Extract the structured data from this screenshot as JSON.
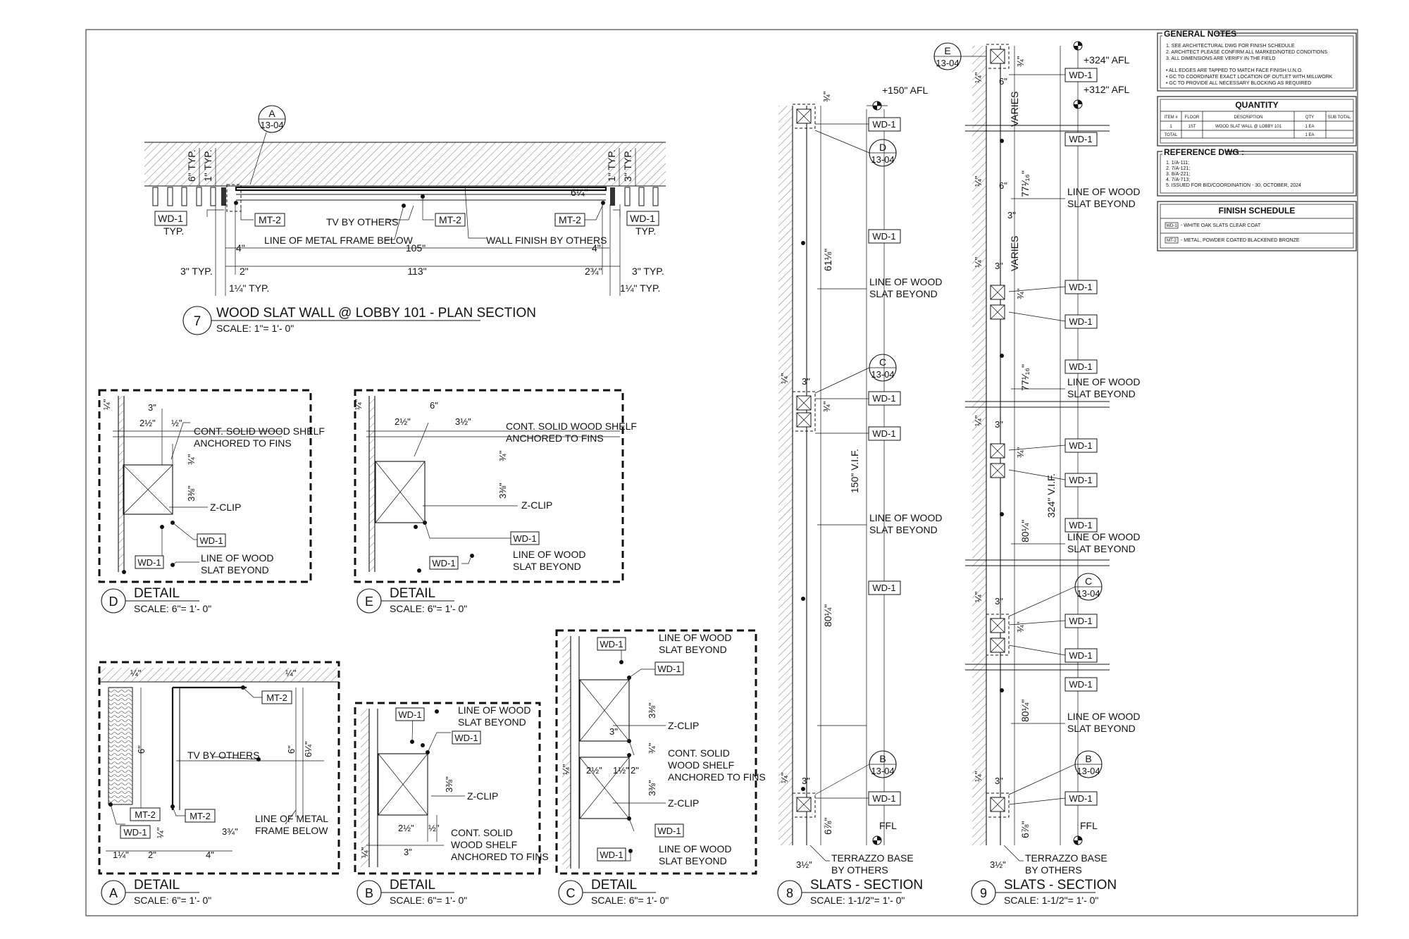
{
  "plan": {
    "title": "WOOD SLAT WALL @ LOBBY 101 - PLAN SECTION",
    "scale": "SCALE: 1\"= 1'- 0\"",
    "number": "7",
    "callout_letter": "A",
    "callout_sheet": "13-04",
    "labels": {
      "wd1": "WD-1",
      "typ": "TYP.",
      "mt2": "MT-2",
      "tv": "TV BY OTHERS",
      "metal_frame": "LINE OF METAL FRAME BELOW",
      "wall_finish": "WALL FINISH BY OTHERS",
      "dim_6typ": "6\" TYP.",
      "dim_1typ": "1\" TYP.",
      "dim_3typ_v": "3\" TYP.",
      "dim_4": "4\"",
      "dim_105": "105\"",
      "dim_2": "2\"",
      "dim_113": "113\"",
      "dim_3typ": "3\" TYP.",
      "dim_1q_typ": "1¼\" TYP.",
      "dim_234": "2¾\"",
      "dim_614": "6¼\""
    }
  },
  "details": {
    "D": {
      "letter": "D",
      "title": "DETAIL",
      "scale": "SCALE: 6\"= 1'- 0\""
    },
    "E": {
      "letter": "E",
      "title": "DETAIL",
      "scale": "SCALE: 6\"= 1'- 0\""
    },
    "A": {
      "letter": "A",
      "title": "DETAIL",
      "scale": "SCALE: 6\"= 1'- 0\""
    },
    "B": {
      "letter": "B",
      "title": "DETAIL",
      "scale": "SCALE: 6\"= 1'- 0\""
    },
    "C": {
      "letter": "C",
      "title": "DETAIL",
      "scale": "SCALE: 6\"= 1'- 0\""
    }
  },
  "labels": {
    "shelf": "CONT. SOLID WOOD SHELF",
    "anchored": "ANCHORED TO FINS",
    "zclip": "Z-CLIP",
    "wd1": "WD-1",
    "mt2": "MT-2",
    "line_wood": "LINE OF WOOD",
    "slat_beyond": "SLAT BEYOND",
    "tv": "TV BY OTHERS",
    "line_metal": "LINE OF METAL",
    "frame_below": "FRAME BELOW",
    "cont_solid": "CONT. SOLID",
    "wood_shelf": "WOOD SHELF",
    "dim_3": "3\"",
    "dim_6": "6\"",
    "dim_4": "4\"",
    "dim_2": "2\"",
    "dim_212": "2½\"",
    "dim_312": "3½\"",
    "dim_12": "½\"",
    "dim_34": "¾\"",
    "dim_14": "¼\"",
    "dim_338": "3⅜\"",
    "dim_114": "1¼\"",
    "dim_334": "3¾\"",
    "dim_614": "6¼\"",
    "dim_112": "1½\""
  },
  "section8": {
    "number": "8",
    "title": "SLATS - SECTION",
    "scale": "SCALE: 1-1/2\"= 1'- 0\"",
    "afl": "+150\" AFL",
    "ffl": "FFL",
    "vif": "150\" V.I.F.",
    "dim_618": "61⅛\"",
    "dim_8014": "80¼\"",
    "dim_678": "6⅞\"",
    "dim_3": "3\"",
    "dim_14": "¼\"",
    "dim_34": "¾\"",
    "dim_312": "3½\"",
    "callout_d": "D",
    "callout_c": "C",
    "callout_b": "B",
    "callout_sheet": "13-04",
    "terrazzo1": "TERRAZZO BASE",
    "terrazzo2": "BY OTHERS"
  },
  "section9": {
    "number": "9",
    "title": "SLATS - SECTION",
    "scale": "SCALE: 1-1/2\"= 1'- 0\"",
    "afl324": "+324\" AFL",
    "afl312": "+312\" AFL",
    "ffl": "FFL",
    "vif": "324\" V.I.F.",
    "varies": "VARIES",
    "dim_7716": "77¹⁄₁₆\"",
    "dim_8014": "80¼\"",
    "dim_678": "6⅞\"",
    "dim_6": "6\"",
    "dim_3": "3\"",
    "dim_14": "¼\"",
    "dim_34": "¾\"",
    "dim_312": "3½\"",
    "callout_e": "E",
    "callout_c": "C",
    "callout_b": "B",
    "callout_sheet": "13-04",
    "terrazzo1": "TERRAZZO BASE",
    "terrazzo2": "BY OTHERS"
  },
  "general_notes": {
    "title": "GENERAL NOTES",
    "items": [
      "1.   SEE ARCHITECTURAL DWG FOR FINISH SCHEDULE",
      "2.   ARCHITECT PLEASE CONFIRM ALL MARKED/NOTED CONDITIONS",
      "3.   ALL DIMENSIONS ARE VERIFY IN THE FIELD",
      "•   ALL EDGES ARE TAPPED TO MATCH FACE FINISH U.N.O.",
      "•   GC TO COORDINATE EXACT LOCATION OF OUTLET WITH MILLWORK",
      "•   GC TO PROVIDE ALL NECESSARY BLOCKING AS REQUIRED"
    ]
  },
  "quantity": {
    "title": "QUANTITY",
    "headers": [
      "ITEM #",
      "FLOOR",
      "DESCRIPTION",
      "QTY",
      "SUB TOTAL"
    ],
    "rows": [
      [
        "1",
        "1ST",
        "WOOD SLAT WALL @ LOBBY 101",
        "1 EA",
        ""
      ],
      [
        "TOTAL",
        "",
        "",
        "1 EA",
        ""
      ]
    ]
  },
  "reference": {
    "title": "REFERENCE DWG :",
    "items": [
      "1.  1/A-111;",
      "2.  7/A-121;",
      "3.  8/A-221;",
      "4.  7/A-713;",
      "5.  ISSUED FOR BID/COORDINATION - 30, OCTOBER, 2024"
    ]
  },
  "finish": {
    "title": "FINISH SCHEDULE",
    "items": [
      {
        "tag": "WD-1",
        "desc": "- WHITE OAK SLATS CLEAR COAT"
      },
      {
        "tag": "MT-2",
        "desc": "- METAL, POWDER COATED BLACKENED BRONZE"
      }
    ]
  }
}
